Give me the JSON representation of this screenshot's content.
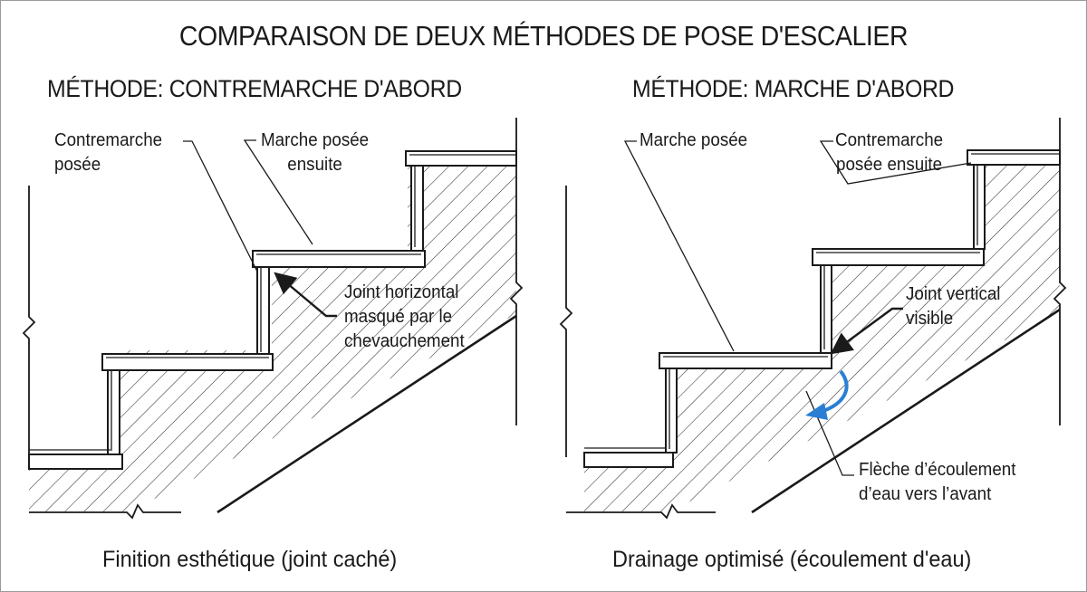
{
  "title": "COMPARAISON DE DEUX MÉTHODES DE POSE D'ESCALIER",
  "left_panel": {
    "heading": "MÉTHODE: CONTREMARCHE D'ABORD",
    "label_riser": "Contremarche\nposée",
    "label_tread": "Marche posée\nensuite",
    "label_joint": "Joint horizontal\nmasqué par le\nchevauchement",
    "caption": "Finition esthétique (joint caché)"
  },
  "right_panel": {
    "heading": "MÉTHODE: MARCHE D'ABORD",
    "label_tread": "Marche posée",
    "label_riser": "Contremarche\nposée ensuite",
    "label_joint": "Joint vertical\nvisible",
    "label_flow": "Flèche d’écoulement\nd’eau vers l’avant",
    "caption": "Drainage optimisé (écoulement d'eau)"
  },
  "colors": {
    "line": "#1a1a1a",
    "hatch": "#333333",
    "flow_arrow": "#2a7fd4"
  }
}
